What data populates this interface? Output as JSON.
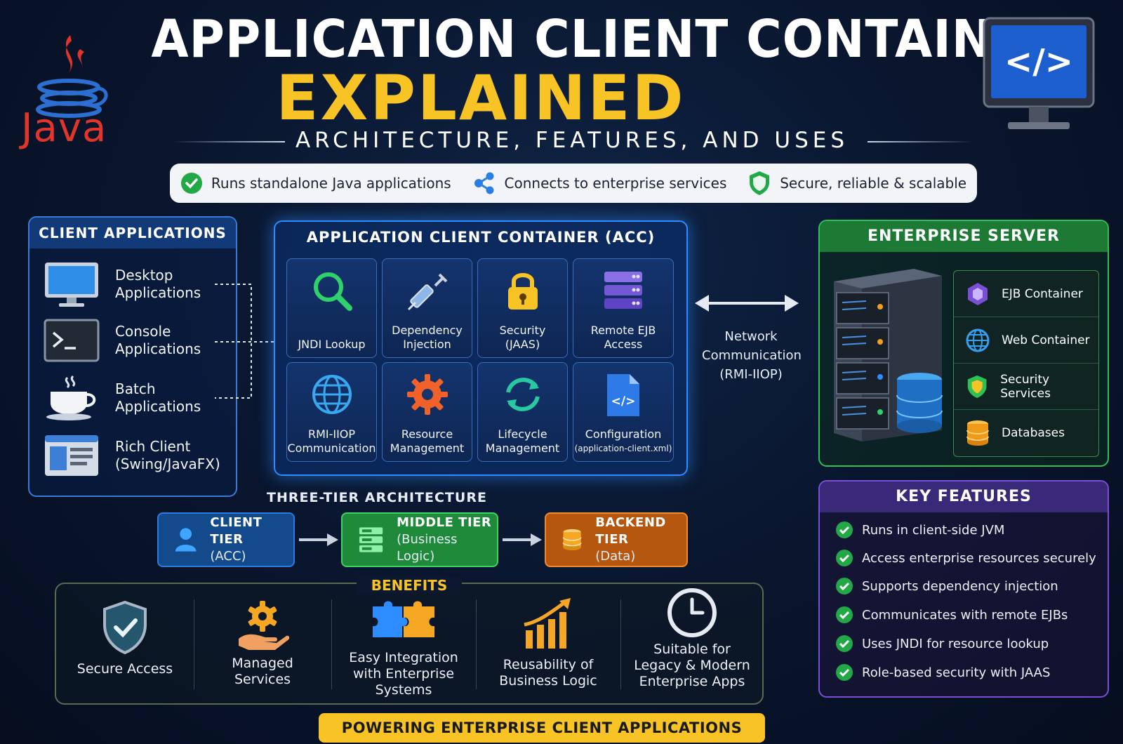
{
  "header": {
    "title_line1": "APPLICATION CLIENT CONTAINER",
    "title_line2": "EXPLAINED",
    "subtitle": "ARCHITECTURE, FEATURES, AND USES",
    "logo_text": "Java"
  },
  "highlights": [
    {
      "icon": "check-circle-icon",
      "text": "Runs standalone Java applications"
    },
    {
      "icon": "share-network-icon",
      "text": "Connects to enterprise services"
    },
    {
      "icon": "shield-icon",
      "text": "Secure, reliable & scalable"
    }
  ],
  "client_apps": {
    "title": "CLIENT APPLICATIONS",
    "items": [
      {
        "icon": "desktop-monitor-icon",
        "line1": "Desktop",
        "line2": "Applications"
      },
      {
        "icon": "terminal-icon",
        "line1": "Console",
        "line2": "Applications"
      },
      {
        "icon": "coffee-cup-icon",
        "line1": "Batch",
        "line2": "Applications"
      },
      {
        "icon": "window-icon",
        "line1": "Rich Client",
        "line2": "(Swing/JavaFX)"
      }
    ]
  },
  "acc": {
    "title": "APPLICATION CLIENT CONTAINER (ACC)",
    "cells": [
      {
        "icon": "magnifier-icon",
        "line1": "JNDI Lookup",
        "line2": ""
      },
      {
        "icon": "syringe-icon",
        "line1": "Dependency",
        "line2": "Injection"
      },
      {
        "icon": "padlock-icon",
        "line1": "Security",
        "line2": "(JAAS)"
      },
      {
        "icon": "server-rack-icon",
        "line1": "Remote EJB",
        "line2": "Access"
      },
      {
        "icon": "globe-icon",
        "line1": "RMI-IIOP",
        "line2": "Communication"
      },
      {
        "icon": "gear-icon",
        "line1": "Resource",
        "line2": "Management"
      },
      {
        "icon": "refresh-cycle-icon",
        "line1": "Lifecycle",
        "line2": "Management"
      },
      {
        "icon": "code-file-icon",
        "line1": "Configuration",
        "line2": "(application-client.xml)"
      }
    ]
  },
  "network": {
    "line1": "Network",
    "line2": "Communication",
    "line3": "(RMI-IIOP)"
  },
  "enterprise": {
    "title": "ENTERPRISE SERVER",
    "items": [
      {
        "icon": "hexagon-icon",
        "label": "EJB Container"
      },
      {
        "icon": "globe-icon",
        "label": "Web Container"
      },
      {
        "icon": "shield-icon",
        "label": "Security Services"
      },
      {
        "icon": "database-icon",
        "label": "Databases"
      }
    ]
  },
  "key_features": {
    "title": "KEY FEATURES",
    "items": [
      "Runs in client-side JVM",
      "Access enterprise resources securely",
      "Supports dependency injection",
      "Communicates with remote EJBs",
      "Uses JNDI for resource lookup",
      "Role-based security with JAAS"
    ]
  },
  "three_tier": {
    "title": "THREE-TIER ARCHITECTURE",
    "tiers": [
      {
        "icon": "user-icon",
        "name": "CLIENT TIER",
        "sub": "(ACC)",
        "color": "#134a8c"
      },
      {
        "icon": "server-stack-icon",
        "name": "MIDDLE TIER",
        "sub": "(Business Logic)",
        "color": "#1e8a3a"
      },
      {
        "icon": "database-icon",
        "name": "BACKEND TIER",
        "sub": "(Data)",
        "color": "#b5570f"
      }
    ]
  },
  "benefits": {
    "title": "BENEFITS",
    "items": [
      {
        "icon": "shield-check-icon",
        "lines": [
          "Secure Access"
        ]
      },
      {
        "icon": "gear-hand-icon",
        "lines": [
          "Managed",
          "Services"
        ]
      },
      {
        "icon": "puzzle-icon",
        "lines": [
          "Easy Integration",
          "with Enterprise",
          "Systems"
        ]
      },
      {
        "icon": "growth-chart-icon",
        "lines": [
          "Reusability of",
          "Business Logic"
        ]
      },
      {
        "icon": "clock-icon",
        "lines": [
          "Suitable for",
          "Legacy & Modern",
          "Enterprise Apps"
        ]
      }
    ]
  },
  "footer": "POWERING ENTERPRISE CLIENT APPLICATIONS",
  "colors": {
    "accent_yellow": "#f7c325",
    "java_red": "#e1352b",
    "acc_blue": "#2d8cff",
    "enterprise_green": "#2fbf55",
    "features_purple": "#7a4fd6"
  }
}
